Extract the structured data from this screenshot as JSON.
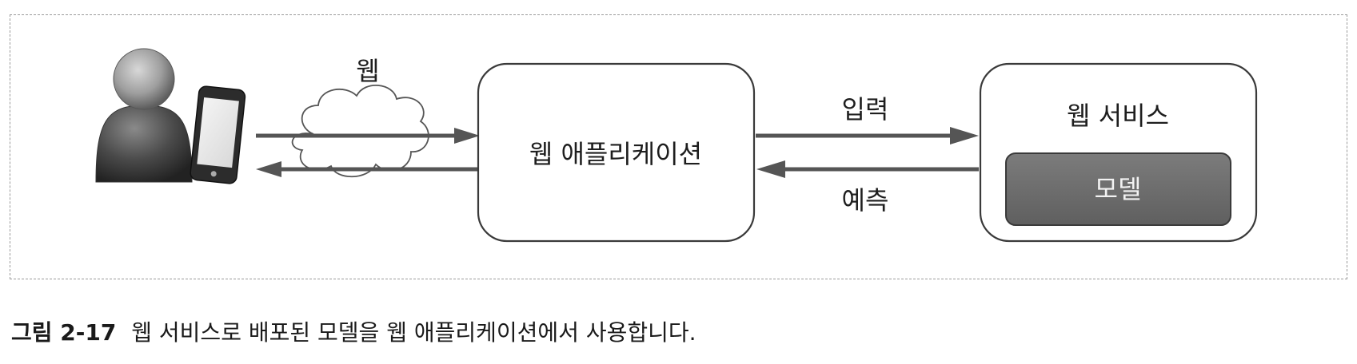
{
  "diagram": {
    "user_label": "",
    "web_label": "웹",
    "web_app_label": "웹 애플리케이션",
    "input_label": "입력",
    "prediction_label": "예측",
    "web_service_label": "웹 서비스",
    "model_label": "모델"
  },
  "caption": {
    "number": "그림 2-17",
    "text": "웹 서비스로 배포된 모델을 웹 애플리케이션에서 사용합니다."
  },
  "colors": {
    "box_fill": "#ffffff",
    "box_stroke": "#3a3a3a",
    "model_fill": "#6f6f6f",
    "arrow": "#555555",
    "person_head": "#9e9e9e",
    "person_body": "#4a4a4a",
    "phone_body": "#2c2c2c",
    "frame": "#9a9a9a"
  }
}
